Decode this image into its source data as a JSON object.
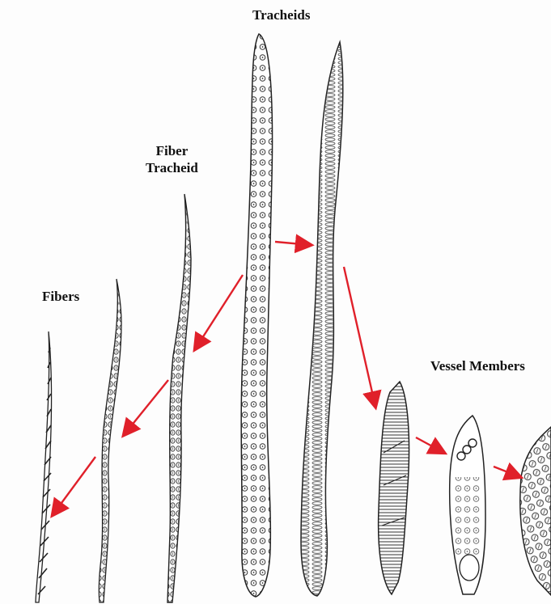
{
  "labels": {
    "tracheids": "Tracheids",
    "fiber_tracheid_line1": "Fiber",
    "fiber_tracheid_line2": "Tracheid",
    "fibers": "Fibers",
    "vessel_members": "Vessel Members"
  },
  "colors": {
    "arrow": "#e0202a",
    "ink": "#222222",
    "background": "#fdfdfd"
  }
}
